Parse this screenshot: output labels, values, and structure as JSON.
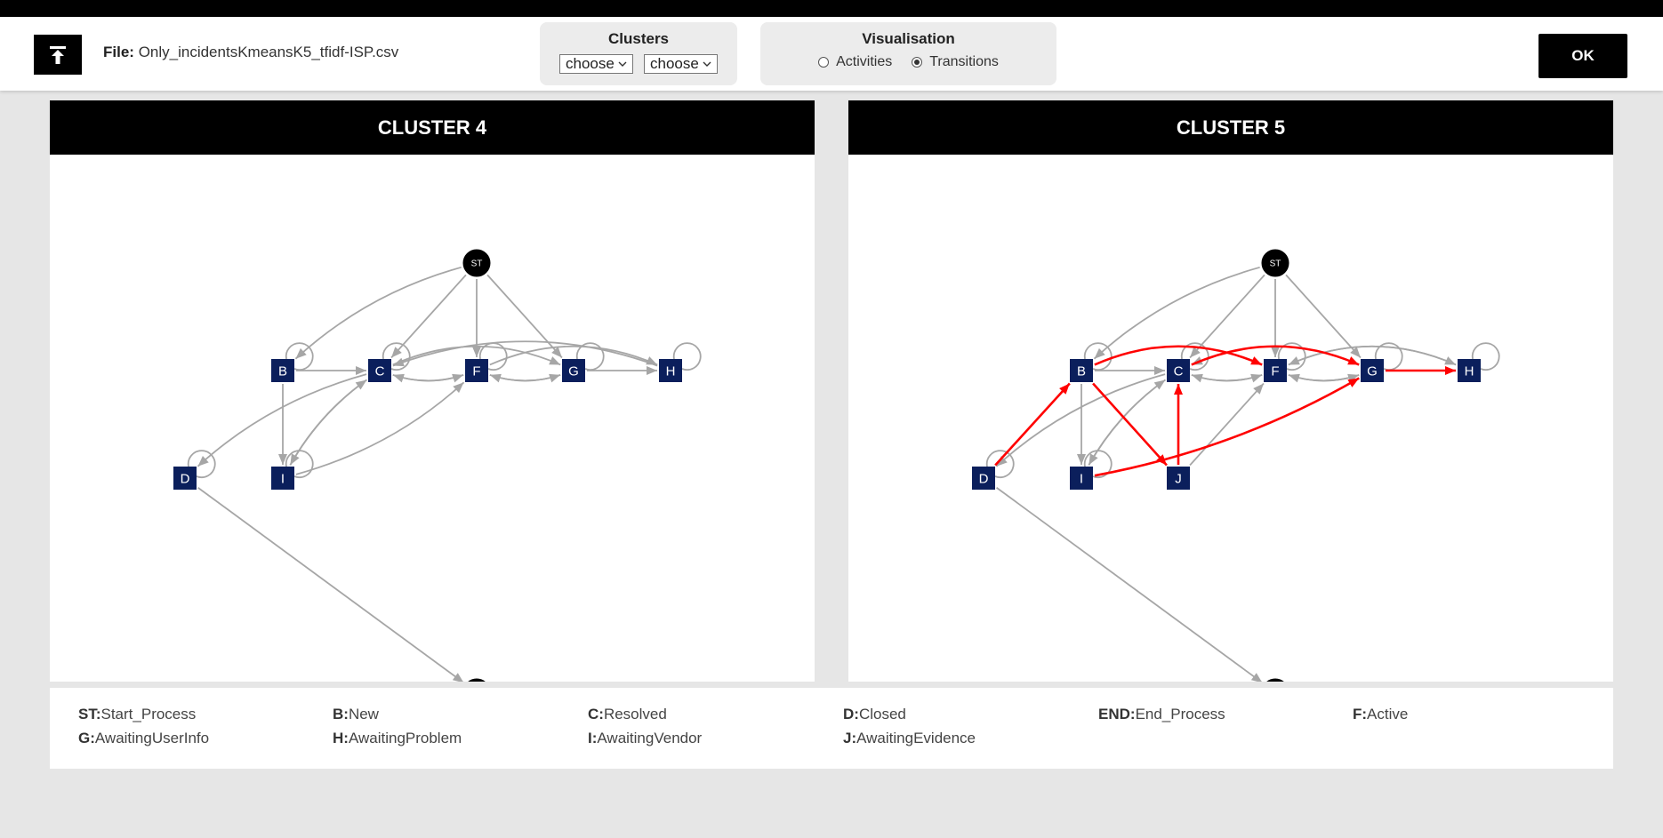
{
  "header": {
    "file_label": "File:",
    "file_name": "Only_incidentsKmeansK5_tfidf-ISP.csv",
    "clusters_title": "Clusters",
    "select1_value": "choose",
    "select2_value": "choose",
    "visualisation_title": "Visualisation",
    "option_activities": "Activities",
    "option_transitions": "Transitions",
    "selected_option": "Transitions",
    "ok_label": "OK"
  },
  "clusters": [
    {
      "title": "CLUSTER 4",
      "nodes": [
        "ST",
        "B",
        "C",
        "F",
        "G",
        "H",
        "D",
        "I",
        "END"
      ],
      "edges": [
        [
          "ST",
          "B"
        ],
        [
          "ST",
          "C"
        ],
        [
          "ST",
          "F"
        ],
        [
          "ST",
          "G"
        ],
        [
          "B",
          "B"
        ],
        [
          "B",
          "C"
        ],
        [
          "B",
          "I"
        ],
        [
          "C",
          "C"
        ],
        [
          "C",
          "F"
        ],
        [
          "C",
          "D"
        ],
        [
          "C",
          "I"
        ],
        [
          "C",
          "G"
        ],
        [
          "F",
          "C"
        ],
        [
          "F",
          "F"
        ],
        [
          "F",
          "G"
        ],
        [
          "F",
          "H"
        ],
        [
          "G",
          "G"
        ],
        [
          "G",
          "F"
        ],
        [
          "G",
          "H"
        ],
        [
          "H",
          "H"
        ],
        [
          "H",
          "C"
        ],
        [
          "I",
          "I"
        ],
        [
          "I",
          "C"
        ],
        [
          "I",
          "F"
        ],
        [
          "D",
          "D"
        ],
        [
          "D",
          "END"
        ]
      ],
      "highlighted_edges": []
    },
    {
      "title": "CLUSTER 5",
      "nodes": [
        "ST",
        "B",
        "C",
        "F",
        "G",
        "H",
        "D",
        "I",
        "J",
        "END"
      ],
      "edges": [
        [
          "ST",
          "B"
        ],
        [
          "ST",
          "C"
        ],
        [
          "ST",
          "F"
        ],
        [
          "ST",
          "G"
        ],
        [
          "B",
          "B"
        ],
        [
          "B",
          "C"
        ],
        [
          "B",
          "I"
        ],
        [
          "B",
          "F"
        ],
        [
          "B",
          "J"
        ],
        [
          "C",
          "C"
        ],
        [
          "C",
          "F"
        ],
        [
          "C",
          "D"
        ],
        [
          "C",
          "I"
        ],
        [
          "C",
          "G"
        ],
        [
          "F",
          "C"
        ],
        [
          "F",
          "F"
        ],
        [
          "F",
          "G"
        ],
        [
          "F",
          "H"
        ],
        [
          "G",
          "G"
        ],
        [
          "G",
          "F"
        ],
        [
          "G",
          "H"
        ],
        [
          "G",
          "C"
        ],
        [
          "H",
          "H"
        ],
        [
          "H",
          "F"
        ],
        [
          "I",
          "I"
        ],
        [
          "I",
          "C"
        ],
        [
          "I",
          "G"
        ],
        [
          "J",
          "C"
        ],
        [
          "J",
          "F"
        ],
        [
          "D",
          "D"
        ],
        [
          "D",
          "B"
        ],
        [
          "D",
          "END"
        ]
      ],
      "highlighted_edges": [
        [
          "D",
          "B"
        ],
        [
          "B",
          "F"
        ],
        [
          "B",
          "J"
        ],
        [
          "J",
          "C"
        ],
        [
          "C",
          "G"
        ],
        [
          "G",
          "H"
        ],
        [
          "I",
          "G"
        ]
      ]
    }
  ],
  "colors": {
    "node_fill": "#0b1f5c",
    "terminal_fill": "#000000",
    "edge": "#a6a6a6",
    "highlight": "#ff0000"
  },
  "legend": [
    {
      "key": "ST:",
      "value": "Start_Process"
    },
    {
      "key": "B:",
      "value": "New"
    },
    {
      "key": "C:",
      "value": "Resolved"
    },
    {
      "key": "D:",
      "value": "Closed"
    },
    {
      "key": "END:",
      "value": "End_Process"
    },
    {
      "key": "F:",
      "value": "Active"
    },
    {
      "key": "G:",
      "value": "AwaitingUserInfo"
    },
    {
      "key": "H:",
      "value": "AwaitingProblem"
    },
    {
      "key": "I:",
      "value": "AwaitingVendor"
    },
    {
      "key": "J:",
      "value": "AwaitingEvidence"
    }
  ]
}
